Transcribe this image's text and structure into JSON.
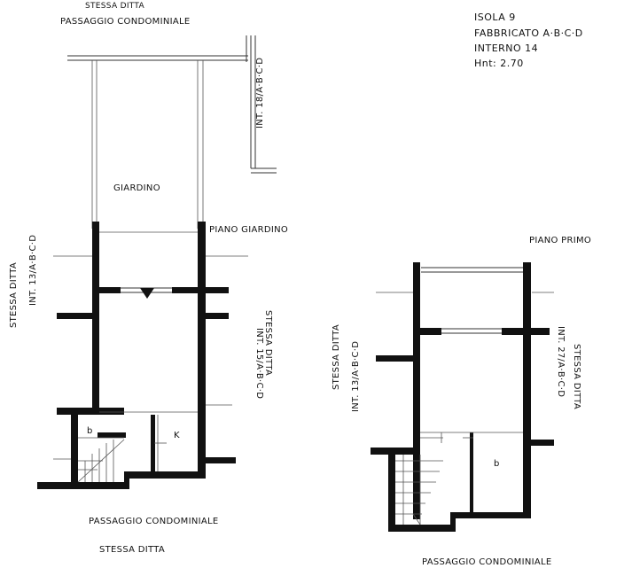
{
  "header": {
    "island": "ISOLA 9",
    "building": "FABBRICATO A·B·C·D",
    "unit": "INTERNO 14",
    "height": "Hnt: 2.70"
  },
  "ground_floor": {
    "top_owner": "STESSA DITTA",
    "top_passage": "PASSAGGIO CONDOMINIALE",
    "right_top_ref": "INT. 18/A·B·C·D",
    "garden": "GIARDINO",
    "floor_label": "PIANO GIARDINO",
    "left_owner": "STESSA DITTA",
    "left_ref": "INT. 13/A·B·C·D",
    "right_ref": "INT. 15/A·B·C·D",
    "right_owner": "STESSA DITTA",
    "room_bath": "b",
    "room_kitchen": "K",
    "bottom_passage": "PASSAGGIO CONDOMINIALE",
    "bottom_owner": "STESSA DITTA"
  },
  "first_floor": {
    "floor_label": "PIANO PRIMO",
    "left_owner": "STESSA DITTA",
    "left_ref": "INT. 13/A·B·C·D",
    "right_ref": "INT. 27/A·B·C·D",
    "right_owner": "STESSA DITTA",
    "room_bath": "b",
    "bottom_passage": "PASSAGGIO CONDOMINIALE"
  }
}
